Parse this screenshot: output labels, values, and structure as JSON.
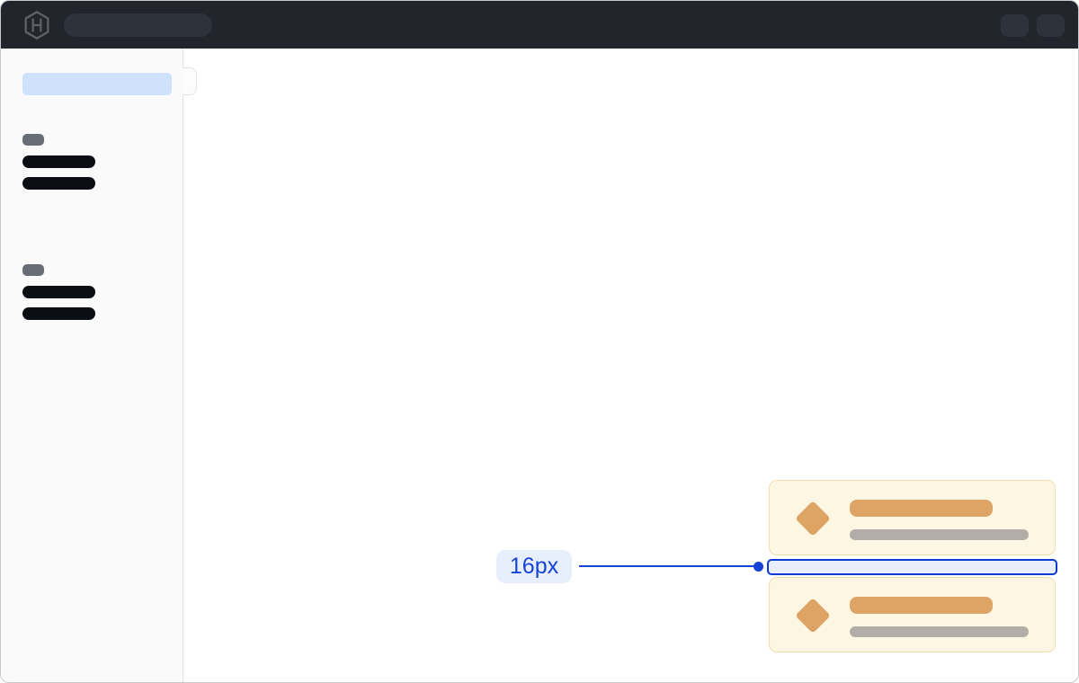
{
  "theme": {
    "window-border": "#c6c9ce",
    "content-bg": "#ffffff",
    "topbar-bg": "#22252b",
    "topbar-skeleton": "#2e333b",
    "logo-gray": "#5d6268",
    "sidebar-bg": "#fafafa",
    "sidebar-border": "#e2e3e6",
    "selected-pill": "#cfe2fd",
    "section-pill": "#676c75",
    "nav-skeleton": "#0b0e13",
    "card-bg": "#fdf6e3",
    "card-border": "#f3dfae",
    "card-accent": "#dda466",
    "card-muted": "#b2aea7",
    "annotation-blue": "#1443d6",
    "annotation-label-bg": "#e8effc",
    "highlight-border": "#0d3bd1",
    "highlight-bg": "#e9eefb"
  },
  "topbar": {
    "logo_icon": "hashicorp-logo",
    "search_placeholder_skeleton": true,
    "action_skeleton_count": 2
  },
  "sidebar": {
    "selected_item_skeleton": true,
    "collapse_handle": true,
    "groups": [
      {
        "label_skeleton": true,
        "item_skeleton_count": 2
      },
      {
        "label_skeleton": true,
        "item_skeleton_count": 2
      }
    ]
  },
  "main": {
    "cards": [
      {
        "icon": "diamond-icon",
        "title_skeleton": true,
        "subtitle_skeleton": true
      },
      {
        "icon": "diamond-icon",
        "title_skeleton": true,
        "subtitle_skeleton": true
      }
    ]
  },
  "annotation": {
    "label": "16px",
    "measures": "vertical gap between the two cards"
  }
}
